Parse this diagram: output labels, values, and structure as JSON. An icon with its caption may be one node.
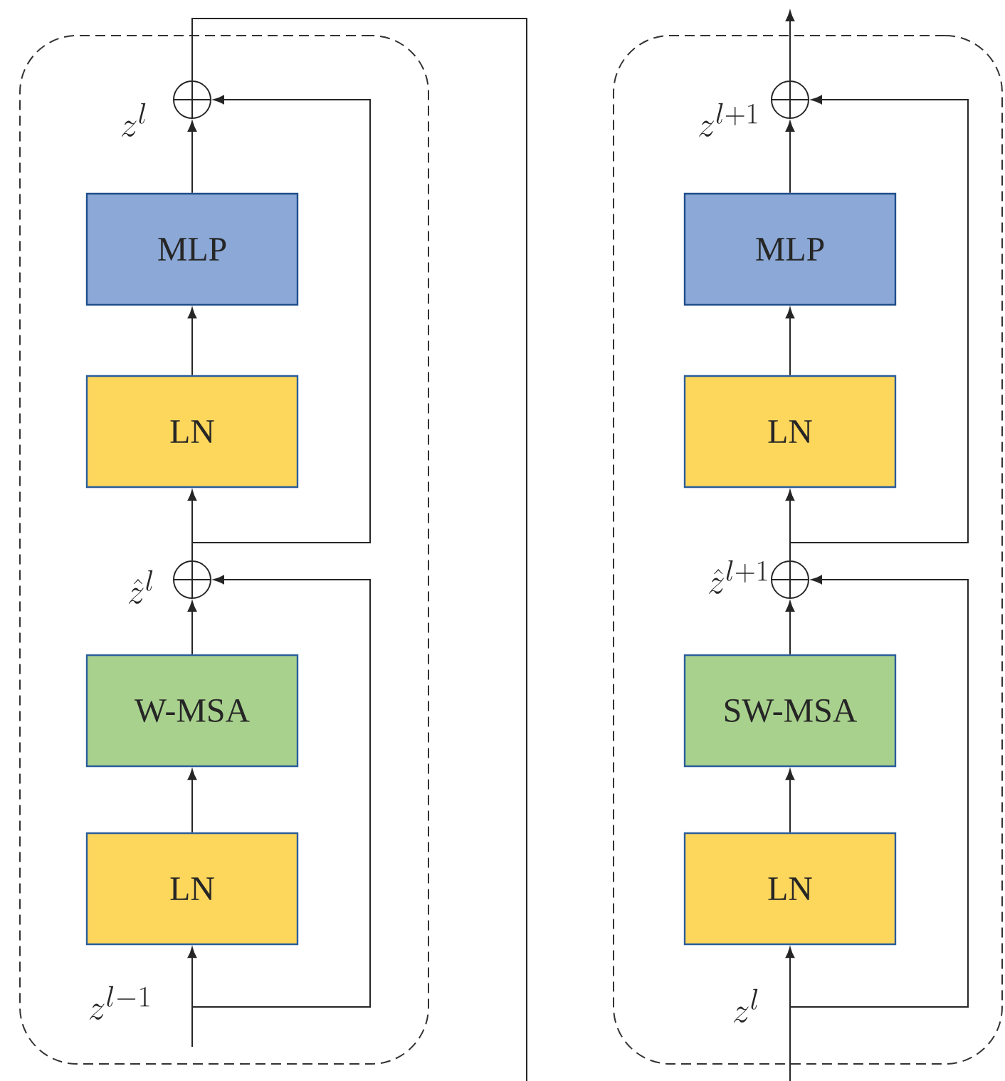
{
  "diagram": {
    "nodes": [
      {
        "text": [],
        "shape": "box"
      },
      {
        "text": [],
        "shape": "circle",
        "in": 0,
        "beside": [
          "z^{l}"
        ]
      },
      {
        "text": [
          "MLP"
        ],
        "in": 0
      },
      {
        "text": [
          "LN"
        ],
        "in": 0
      },
      {
        "text": [],
        "shape": "circle",
        "in": 0,
        "beside": [
          "\\hat{z}^{l}"
        ]
      },
      {
        "text": [
          "W-MSA"
        ],
        "in": 0
      },
      {
        "text": [
          "LN"
        ],
        "in": 0
      },
      {
        "text": [],
        "shape": "box"
      },
      {
        "text": [],
        "shape": "circle",
        "in": 7,
        "beside": [
          "z^{l+1}"
        ]
      },
      {
        "text": [
          "MLP"
        ],
        "in": 7
      },
      {
        "text": [
          "LN"
        ],
        "in": 7
      },
      {
        "text": [],
        "shape": "circle",
        "in": 7,
        "beside": [
          "\\hat{z}^{l+1}"
        ]
      },
      {
        "text": [
          "SW-MSA"
        ],
        "in": 7
      },
      {
        "text": [
          "LN"
        ],
        "in": 7
      }
    ],
    "edges": [
      {
        "from": null,
        "to": 6,
        "arrow": "to"
      },
      {
        "from": null,
        "to": 4,
        "arrow": "to"
      },
      {
        "from": 6,
        "to": 5,
        "arrow": "to"
      },
      {
        "from": 5,
        "to": 4,
        "arrow": "to"
      },
      {
        "from": 4,
        "to": 3,
        "arrow": "to"
      },
      {
        "from": 4,
        "to": 1,
        "arrow": "to"
      },
      {
        "from": 3,
        "to": 2,
        "arrow": "to"
      },
      {
        "from": 2,
        "to": 1,
        "arrow": "to"
      },
      {
        "from": 1,
        "to": null,
        "arrow": "none"
      },
      {
        "from": null,
        "to": 13,
        "arrow": "to"
      },
      {
        "from": null,
        "to": 11,
        "arrow": "to"
      },
      {
        "from": 13,
        "to": 12,
        "arrow": "to"
      },
      {
        "from": 12,
        "to": 11,
        "arrow": "to"
      },
      {
        "from": 11,
        "to": 10,
        "arrow": "to"
      },
      {
        "from": 11,
        "to": 8,
        "arrow": "to"
      },
      {
        "from": 10,
        "to": 9,
        "arrow": "to"
      },
      {
        "from": 9,
        "to": 8,
        "arrow": "to"
      },
      {
        "from": 8,
        "to": null,
        "arrow": "to"
      }
    ],
    "labels": [
      "z^{l-1}",
      "z^{l}"
    ]
  }
}
